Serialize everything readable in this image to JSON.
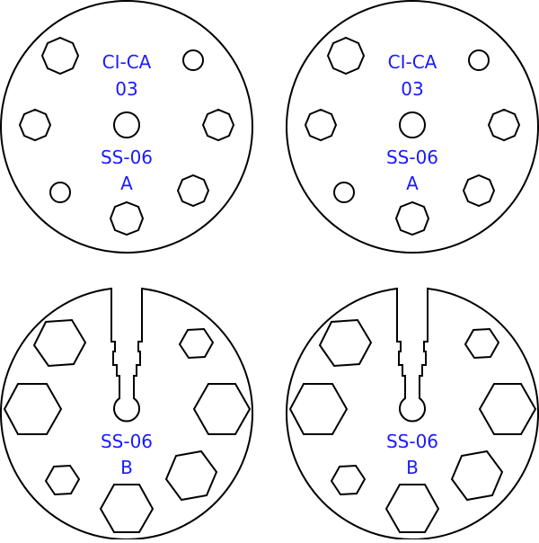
{
  "colors": {
    "label": "#1a1aff",
    "stroke": "#000000",
    "background": "#ffffff"
  },
  "plates": [
    {
      "id": "top-left",
      "label_lines": [
        "CI-CA",
        "03",
        "SS-06",
        "A"
      ]
    },
    {
      "id": "top-right",
      "label_lines": [
        "CI-CA",
        "03",
        "SS-06",
        "A"
      ]
    },
    {
      "id": "bottom-left",
      "label_lines": [
        "SS-06",
        "B"
      ]
    },
    {
      "id": "bottom-right",
      "label_lines": [
        "SS-06",
        "B"
      ]
    }
  ]
}
